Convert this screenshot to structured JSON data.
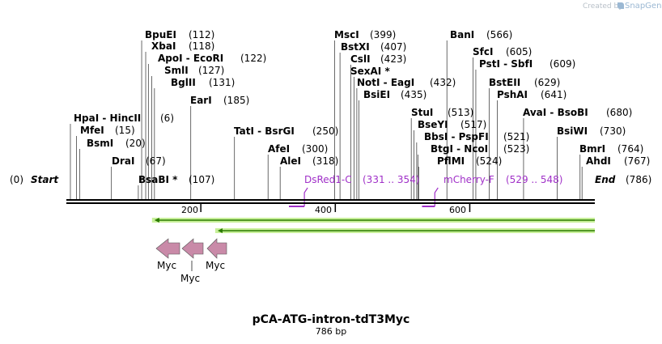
{
  "credit": {
    "prefix": "Created by",
    "brand": "SnapGene",
    "brand_color": "#9bb8d3"
  },
  "map": {
    "title": "pCA-ATG-intron-tdT3Myc",
    "length_label": "786 bp",
    "length_bp": 786,
    "start": {
      "pos_label": "(0)",
      "name": "Start"
    },
    "end": {
      "name": "End",
      "pos_label": "(786)"
    },
    "ruler": {
      "ticks": [
        200,
        400,
        600
      ]
    },
    "sites": [
      {
        "name": "HpaI  -  HincII",
        "pos": 6,
        "pos_label": "(6)"
      },
      {
        "name": "MfeI",
        "pos": 15,
        "pos_label": "(15)"
      },
      {
        "name": "BsmI",
        "pos": 20,
        "pos_label": "(20)"
      },
      {
        "name": "DraI",
        "pos": 67,
        "pos_label": "(67)"
      },
      {
        "name": "BpuEI",
        "pos": 112,
        "pos_label": "(112)"
      },
      {
        "name": "XbaI",
        "pos": 118,
        "pos_label": "(118)"
      },
      {
        "name": "ApoI  -  EcoRI",
        "pos": 122,
        "pos_label": "(122)"
      },
      {
        "name": "SmlI",
        "pos": 127,
        "pos_label": "(127)"
      },
      {
        "name": "BglII",
        "pos": 131,
        "pos_label": "(131)"
      },
      {
        "name": "BsaBI *",
        "pos": 107,
        "pos_label": "(107)"
      },
      {
        "name": "EarI",
        "pos": 185,
        "pos_label": "(185)"
      },
      {
        "name": "TatI  -  BsrGI",
        "pos": 250,
        "pos_label": "(250)"
      },
      {
        "name": "AfeI",
        "pos": 300,
        "pos_label": "(300)"
      },
      {
        "name": "AleI",
        "pos": 318,
        "pos_label": "(318)"
      },
      {
        "name": "MscI",
        "pos": 399,
        "pos_label": "(399)"
      },
      {
        "name": "BstXI",
        "pos": 407,
        "pos_label": "(407)"
      },
      {
        "name": "CslI",
        "pos": 423,
        "pos_label": "(423)"
      },
      {
        "name": "SexAI *",
        "pos": 428,
        "pos_label": ""
      },
      {
        "name": "NotI  -  EagI",
        "pos": 432,
        "pos_label": "(432)"
      },
      {
        "name": "BsiEI",
        "pos": 435,
        "pos_label": "(435)"
      },
      {
        "name": "BanI",
        "pos": 566,
        "pos_label": "(566)"
      },
      {
        "name": "SfcI",
        "pos": 605,
        "pos_label": "(605)"
      },
      {
        "name": "PstI  -  SbfI",
        "pos": 609,
        "pos_label": "(609)"
      },
      {
        "name": "StuI",
        "pos": 513,
        "pos_label": "(513)"
      },
      {
        "name": "BseYI",
        "pos": 517,
        "pos_label": "(517)"
      },
      {
        "name": "BbsI  -  PspFI",
        "pos": 521,
        "pos_label": "(521)"
      },
      {
        "name": "BtgI  -  NcoI",
        "pos": 523,
        "pos_label": "(523)"
      },
      {
        "name": "PflMI",
        "pos": 524,
        "pos_label": "(524)"
      },
      {
        "name": "BstEII",
        "pos": 629,
        "pos_label": "(629)"
      },
      {
        "name": "PshAI",
        "pos": 641,
        "pos_label": "(641)"
      },
      {
        "name": "AvaI  -  BsoBI",
        "pos": 680,
        "pos_label": "(680)"
      },
      {
        "name": "BsiWI",
        "pos": 730,
        "pos_label": "(730)"
      },
      {
        "name": "BmrI",
        "pos": 764,
        "pos_label": "(764)"
      },
      {
        "name": "AhdI",
        "pos": 767,
        "pos_label": "(767)"
      }
    ],
    "primers": [
      {
        "name": "DsRed1-C",
        "range_label": "(331 .. 354)",
        "start": 331,
        "end": 354,
        "color": "#a030c8"
      },
      {
        "name": "mCherry-F",
        "range_label": "(529 .. 548)",
        "start": 529,
        "end": 548,
        "color": "#a030c8"
      }
    ],
    "orfs": [
      {
        "start": 131,
        "end": 786,
        "direction": "reverse",
        "color": "#2a7a00",
        "halo": "#c8f09a"
      },
      {
        "start": 225,
        "end": 786,
        "direction": "reverse",
        "color": "#2a7a00",
        "halo": "#c8f09a"
      }
    ],
    "features": [
      {
        "name": "Myc",
        "color": "#c98aa8"
      },
      {
        "name": "Myc",
        "color": "#c98aa8"
      },
      {
        "name": "Myc",
        "color": "#c98aa8"
      }
    ]
  }
}
